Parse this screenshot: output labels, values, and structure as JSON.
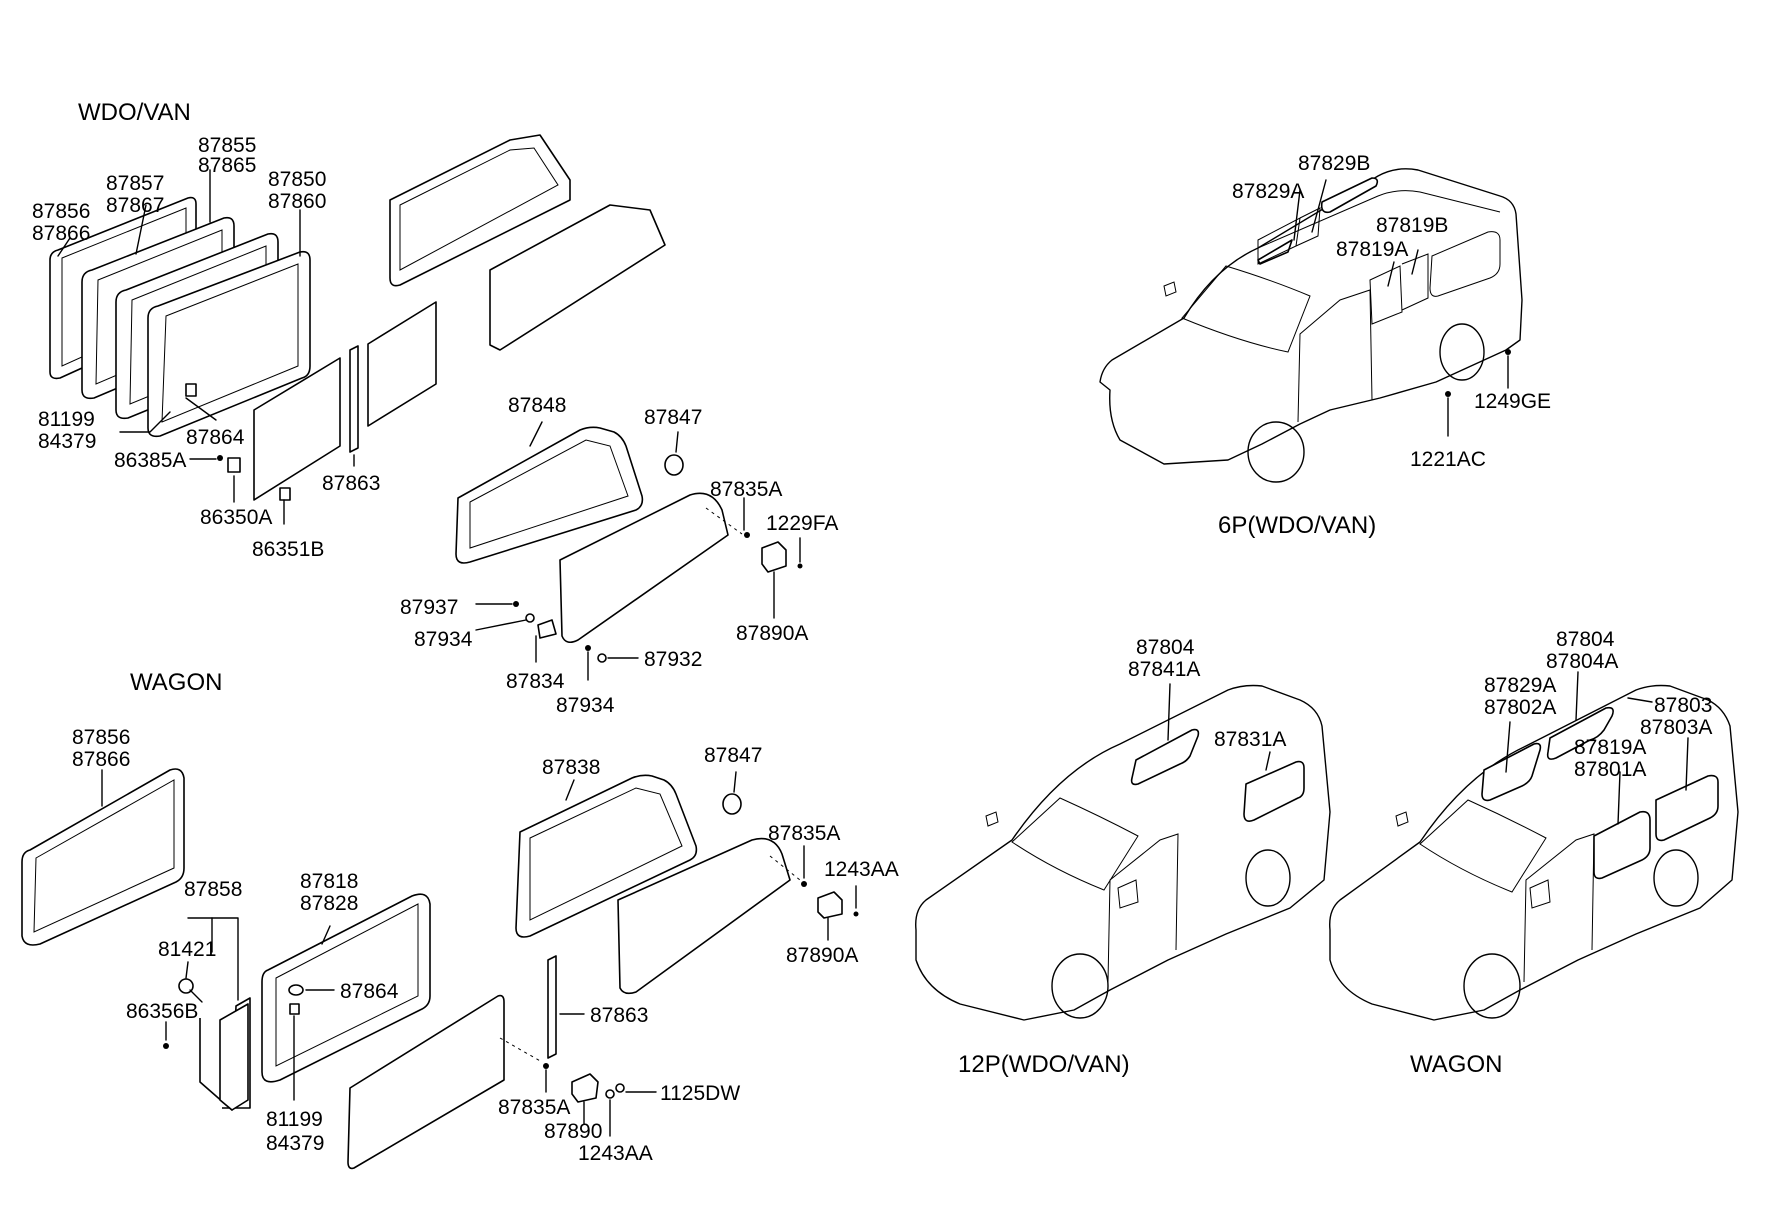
{
  "sections": {
    "wdo_van": "WDO/VAN",
    "wagon": "WAGON",
    "view_6p": "6P(WDO/VAN)",
    "view_12p": "12P(WDO/VAN)",
    "view_wagon": "WAGON"
  },
  "wdo_labels": {
    "p87855": "87855",
    "p87865": "87865",
    "p87857": "87857",
    "p87867": "87867",
    "p87850": "87850",
    "p87860": "87860",
    "p87856": "87856",
    "p87866": "87866",
    "p81199": "81199",
    "p84379": "84379",
    "p87864": "87864",
    "p86385A": "86385A",
    "p86350A": "86350A",
    "p86351B": "86351B",
    "p87863": "87863",
    "p87848": "87848",
    "p87847": "87847",
    "p87835A": "87835A",
    "p1229FA": "1229FA",
    "p87890A": "87890A",
    "p87937": "87937",
    "p87934a": "87934",
    "p87834": "87834",
    "p87934b": "87934",
    "p87932": "87932"
  },
  "wagon_labels": {
    "p87856": "87856",
    "p87866": "87866",
    "p87858": "87858",
    "p81421": "81421",
    "p86356B": "86356B",
    "p87818": "87818",
    "p87828": "87828",
    "p87864": "87864",
    "p81199": "81199",
    "p84379": "84379",
    "p87838": "87838",
    "p87847": "87847",
    "p87835A": "87835A",
    "p1243AAa": "1243AA",
    "p87890A": "87890A",
    "p87863": "87863",
    "p87835Ab": "87835A",
    "p87890": "87890",
    "p1125DW": "1125DW",
    "p1243AAb": "1243AA"
  },
  "van6p_labels": {
    "p87829B": "87829B",
    "p87829A": "87829A",
    "p87819B": "87819B",
    "p87819A": "87819A",
    "p1249GE": "1249GE",
    "p1221AC": "1221AC"
  },
  "van12p_labels": {
    "p87804": "87804",
    "p87841A": "87841A",
    "p87831A": "87831A"
  },
  "vanwagon_labels": {
    "p87804": "87804",
    "p87804A": "87804A",
    "p87829A": "87829A",
    "p87802A": "87802A",
    "p87803": "87803",
    "p87803A": "87803A",
    "p87819A": "87819A",
    "p87801A": "87801A"
  }
}
